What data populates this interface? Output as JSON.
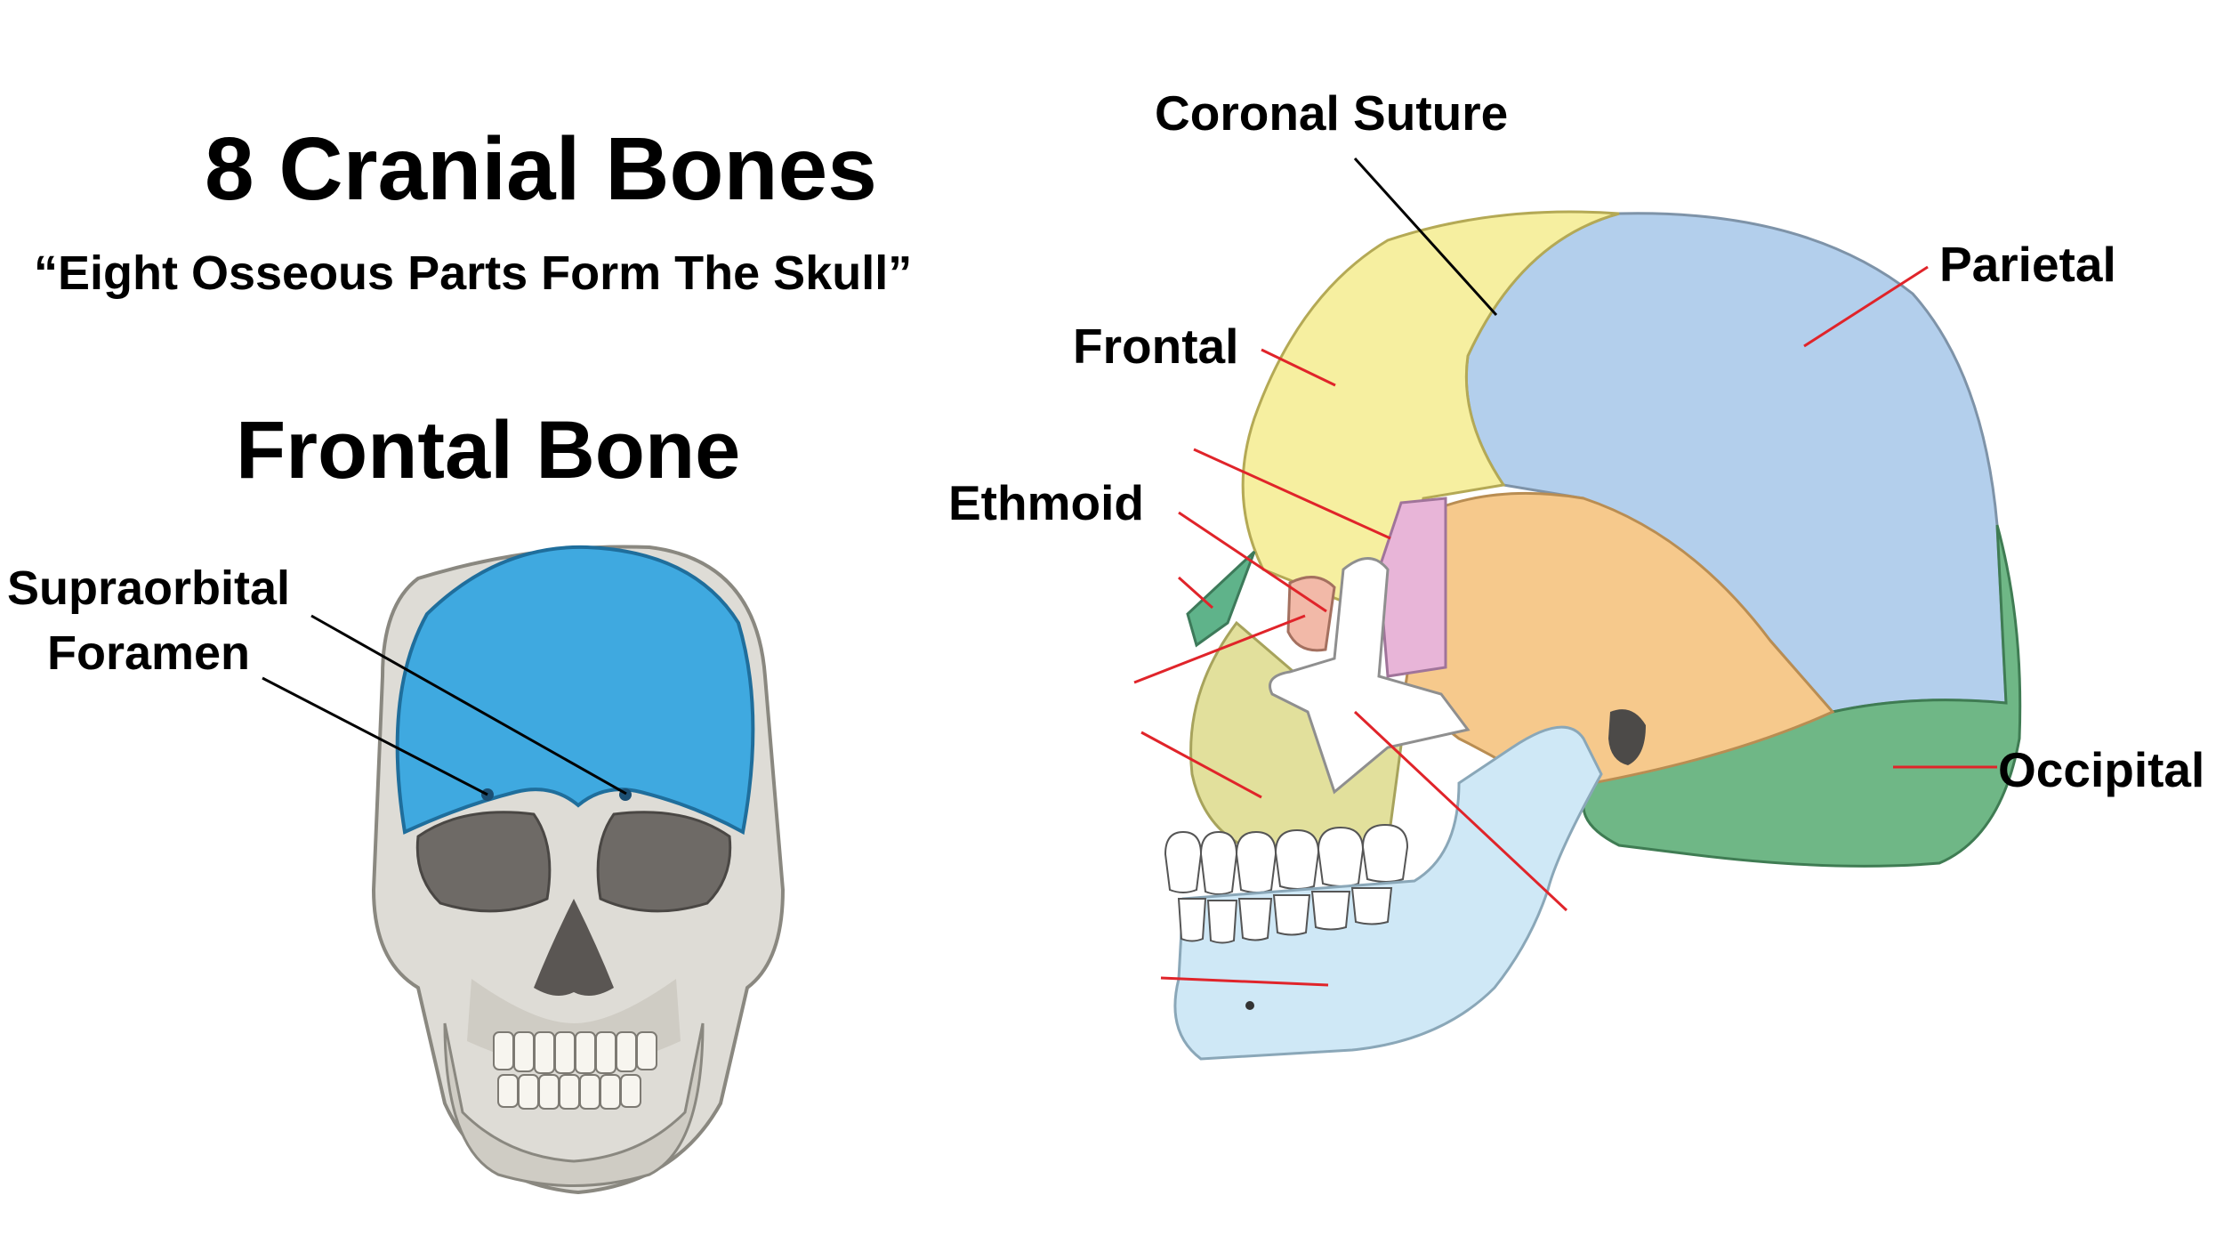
{
  "title": "8 Cranial Bones",
  "mnemonic": "“Eight Osseous Parts Form The Skull”",
  "frontal_bone": {
    "heading": "Frontal Bone",
    "supraorbital_label": [
      "Supraorbital",
      "Foramen"
    ]
  },
  "lateral_labels": {
    "coronal_suture": "Coronal Suture",
    "parietal": "Parietal",
    "frontal": "Frontal",
    "ethmoid": "Ethmoid",
    "occipital": "Occipital"
  },
  "colors": {
    "frontal_bone_front": "#3fa9e0",
    "frontal_lateral": "#f6efa0",
    "parietal": "#b3cfec",
    "temporal": "#f6c98c",
    "sphenoid": "#e8b5d8",
    "occipital": "#6fb786",
    "mandible": "#cfe8f6",
    "maxilla": "#e2e09c",
    "zygomatic": "#ffffff",
    "nasal": "#5fb38a",
    "skull_gray": "#dedcd6",
    "leader_red": "#e0242a"
  }
}
